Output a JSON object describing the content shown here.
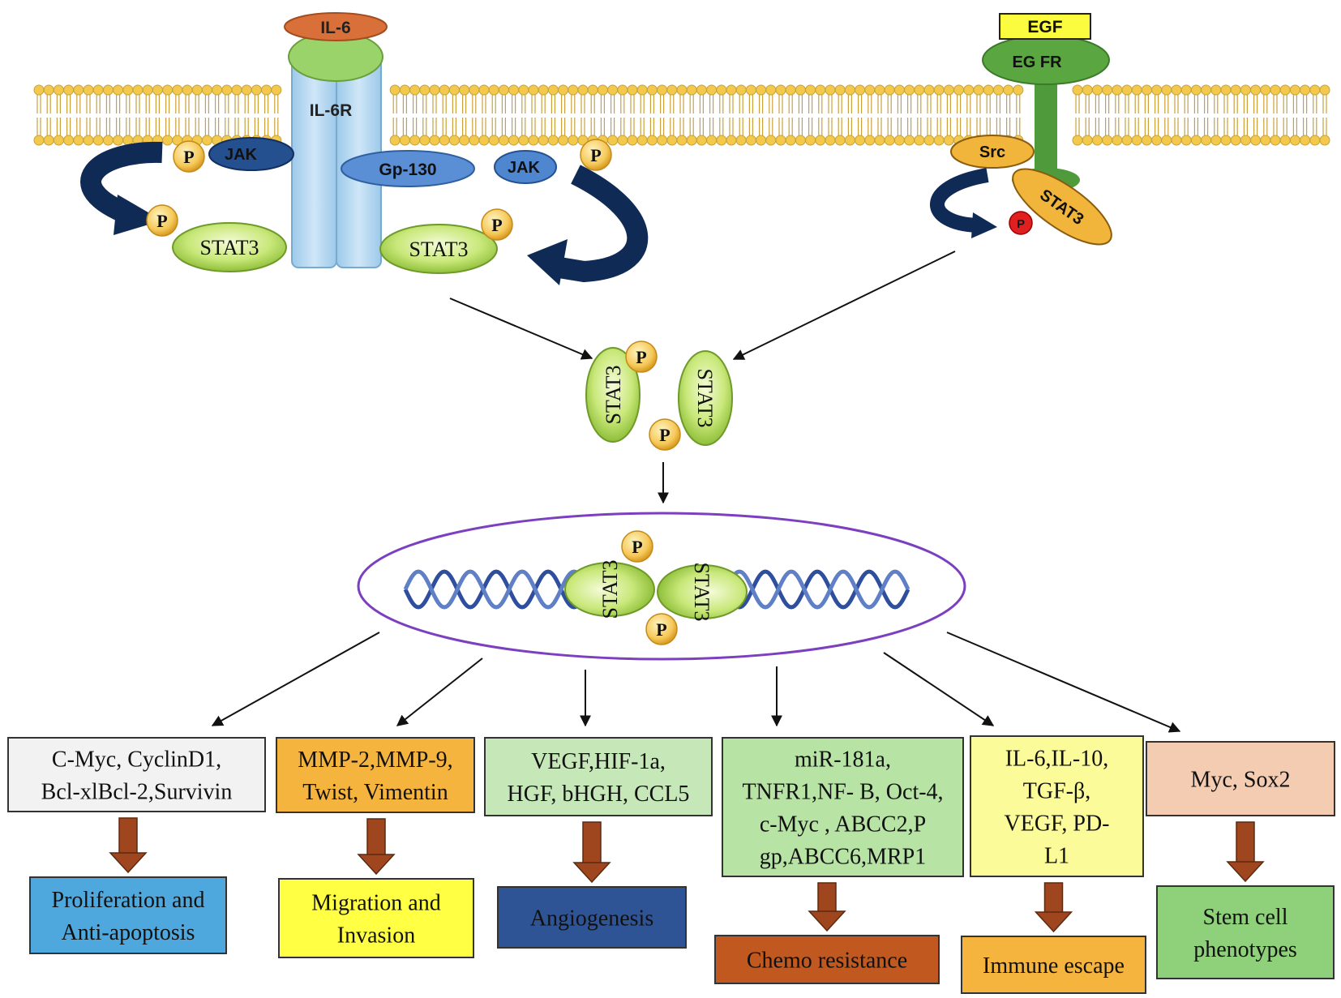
{
  "receptors": {
    "il6": "IL-6",
    "il6r": "IL-6R",
    "gp130": "Gp-130",
    "jak_left": "JAK",
    "jak_right": "JAK",
    "egf": "EGF",
    "egfr": "EG FR",
    "src": "Src"
  },
  "proteins": {
    "stat3": "STAT3",
    "p": "P"
  },
  "colors": {
    "membrane_head": "#f2c94c",
    "arrow_navy": "#0f2a55",
    "arrow_brown": "#a0461f",
    "nucleus_border": "#7b3fbf",
    "dna": "#2e4f9e"
  },
  "targets": [
    {
      "genes": [
        "C-Myc, CyclinD1,",
        "Bcl-xlBcl-2,Survivin"
      ],
      "color": "#f2f2f2",
      "outcome": [
        "Proliferation and",
        "Anti-apoptosis"
      ],
      "outcome_color": "#4ea8de"
    },
    {
      "genes": [
        "MMP-2,MMP-9,",
        "Twist, Vimentin"
      ],
      "color": "#f4b43e",
      "outcome": [
        "Migration and",
        "Invasion"
      ],
      "outcome_color": "#ffff44"
    },
    {
      "genes": [
        "VEGF,HIF-1a,",
        "HGF, bHGH, CCL5"
      ],
      "color": "#c6e8b8",
      "outcome": [
        "Angiogenesis"
      ],
      "outcome_color": "#2f5496"
    },
    {
      "genes": [
        "miR-181a,",
        "TNFR1,NF- B, Oct-4,",
        "c-Myc , ABCC2,P",
        "gp,ABCC6,MRP1"
      ],
      "color": "#b7e4a5",
      "outcome": [
        "Chemo resistance"
      ],
      "outcome_color": "#c0581f"
    },
    {
      "genes": [
        "IL-6,IL-10,",
        "TGF-β,",
        "VEGF, PD-",
        "L1"
      ],
      "color": "#fbfb9a",
      "outcome": [
        "Immune escape"
      ],
      "outcome_color": "#f4b43e"
    },
    {
      "genes": [
        "Myc, Sox2"
      ],
      "color": "#f4ccb2",
      "outcome": [
        "Stem cell",
        "phenotypes"
      ],
      "outcome_color": "#8fd07a"
    }
  ]
}
